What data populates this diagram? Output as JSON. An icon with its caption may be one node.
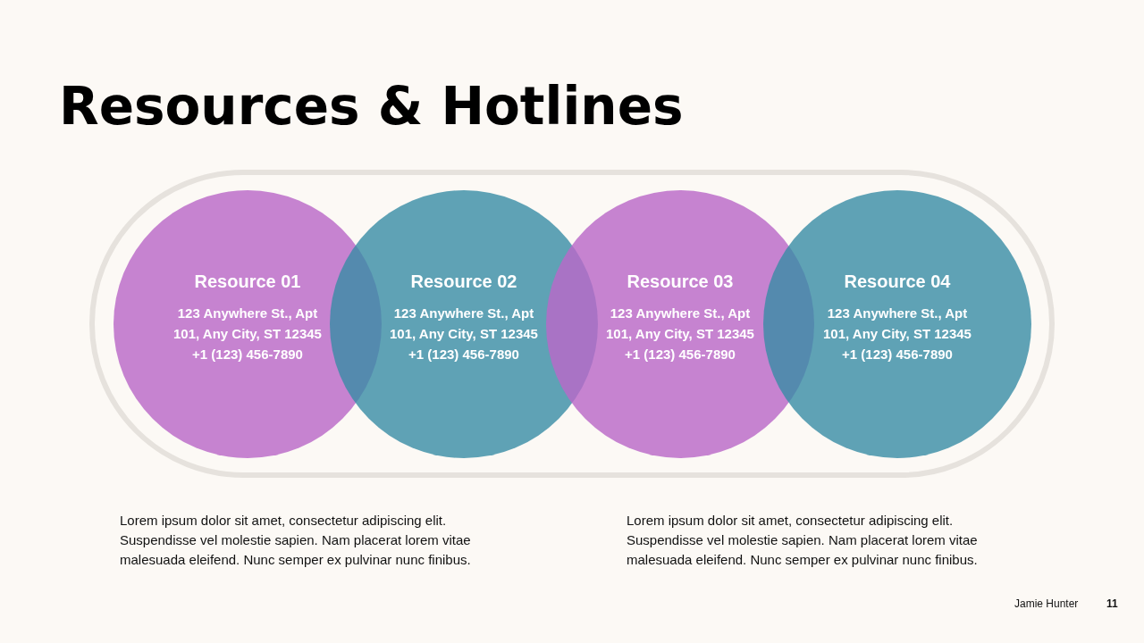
{
  "diagram": {
    "title": "Resources & Hotlines",
    "nodes": [
      {
        "text": [
          "Resource 01",
          "123 Anywhere St., Apt 101, Any City, ST 12345",
          "+1 (123) 456-7890"
        ]
      },
      {
        "text": [
          "Resource 02",
          "123 Anywhere St., Apt 101, Any City, ST 12345",
          "+1 (123) 456-7890"
        ]
      },
      {
        "text": [
          "Resource 03",
          "123 Anywhere St., Apt 101, Any City, ST 12345",
          "+1 (123) 456-7890"
        ]
      },
      {
        "text": [
          "Resource 04",
          "123 Anywhere St., Apt 101, Any City, ST 12345",
          "+1 (123) 456-7890"
        ]
      }
    ],
    "edges": [],
    "labels": [
      "Lorem ipsum dolor sit amet, consectetur adipiscing elit. Suspendisse vel molestie sapien. Nam placerat lorem vitae malesuada eleifend. Nunc semper ex pulvinar nunc finibus.",
      "Lorem ipsum dolor sit amet, consectetur adipiscing elit. Suspendisse vel molestie sapien. Nam placerat lorem vitae malesuada eleifend. Nunc semper ex pulvinar nunc finibus.",
      "Jamie Hunter",
      "11"
    ]
  }
}
